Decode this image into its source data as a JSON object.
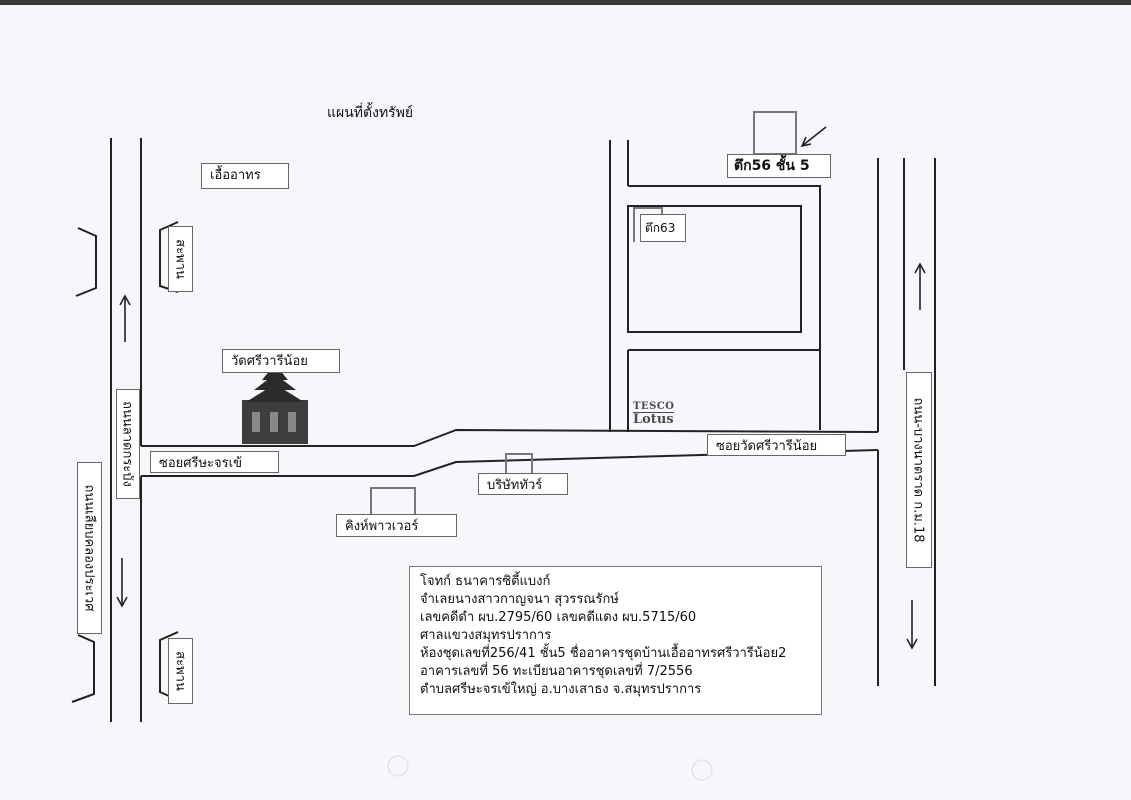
{
  "map_title": "แผนที่ตั้งทรัพย์",
  "landmarks": {
    "ua_athon": "เอื้ออาทร",
    "building_63": "ตึก63",
    "building_56": "ตึก56 ชั้น 5",
    "wat": "วัดศรีวารีน้อย",
    "soi_srisa": "ซอยศรีษะจรเข้",
    "soi_wat": "ซอยวัดศรีวารีน้อย",
    "company_tour": "บริษัททัวร์",
    "king_power": "คิงห์พาวเวอร์",
    "bridge_top": "สะพาน",
    "bridge_bottom": "สะพาน",
    "road_left_inner": "ถนนลาดกระบัง",
    "road_left_outer": "ถนนเลียบคลองประเวศ",
    "road_right": "ถนน-บางนาตราด ก.ม.18"
  },
  "tesco_lotus": {
    "line1": "TESCO",
    "line2": "Lotus"
  },
  "info": {
    "line1": "โจทก์ ธนาคารซิตี้แบงก์",
    "line2": "จำเลยนางสาวกาญจนา  สุวรรณรักษ์",
    "line3": "เลขคดีดำ ผบ.2795/60  เลขคดีแดง ผบ.5715/60",
    "line4": "ศาลแขวงสมุทรปราการ",
    "line5": "ห้องชุดเลขที่256/41 ชั้น5 ชื่ออาคารชุดบ้านเอื้ออาทรศรีวารีน้อย2",
    "line6": "อาคารเลขที่ 56 ทะเบียนอาคารชุดเลขที่ 7/2556",
    "line7": "ตำบลศรีษะจรเข้ใหญ่ อ.บางเสาธง จ.สมุทรปราการ"
  },
  "icons": [
    "up-arrow-icon",
    "down-arrow-icon",
    "pointer-arrow-icon",
    "temple-icon"
  ],
  "colors": {
    "paper": "#f5f7fa",
    "line": "#222222",
    "label_bg": "#ffffff"
  }
}
